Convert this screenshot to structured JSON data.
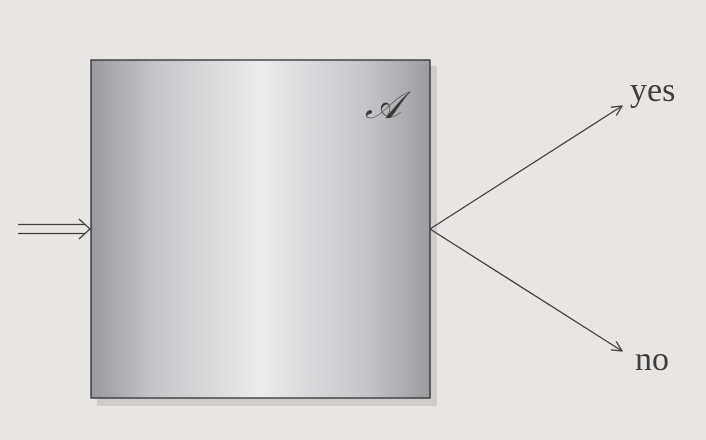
{
  "diagram": {
    "box_label": "𝒜",
    "outcomes": {
      "yes": "yes",
      "no": "no"
    }
  },
  "colors": {
    "background": "#e8e5e2",
    "box_edge": "#9c9ca0",
    "box_highlight": "#ececee",
    "stroke": "#404040"
  }
}
